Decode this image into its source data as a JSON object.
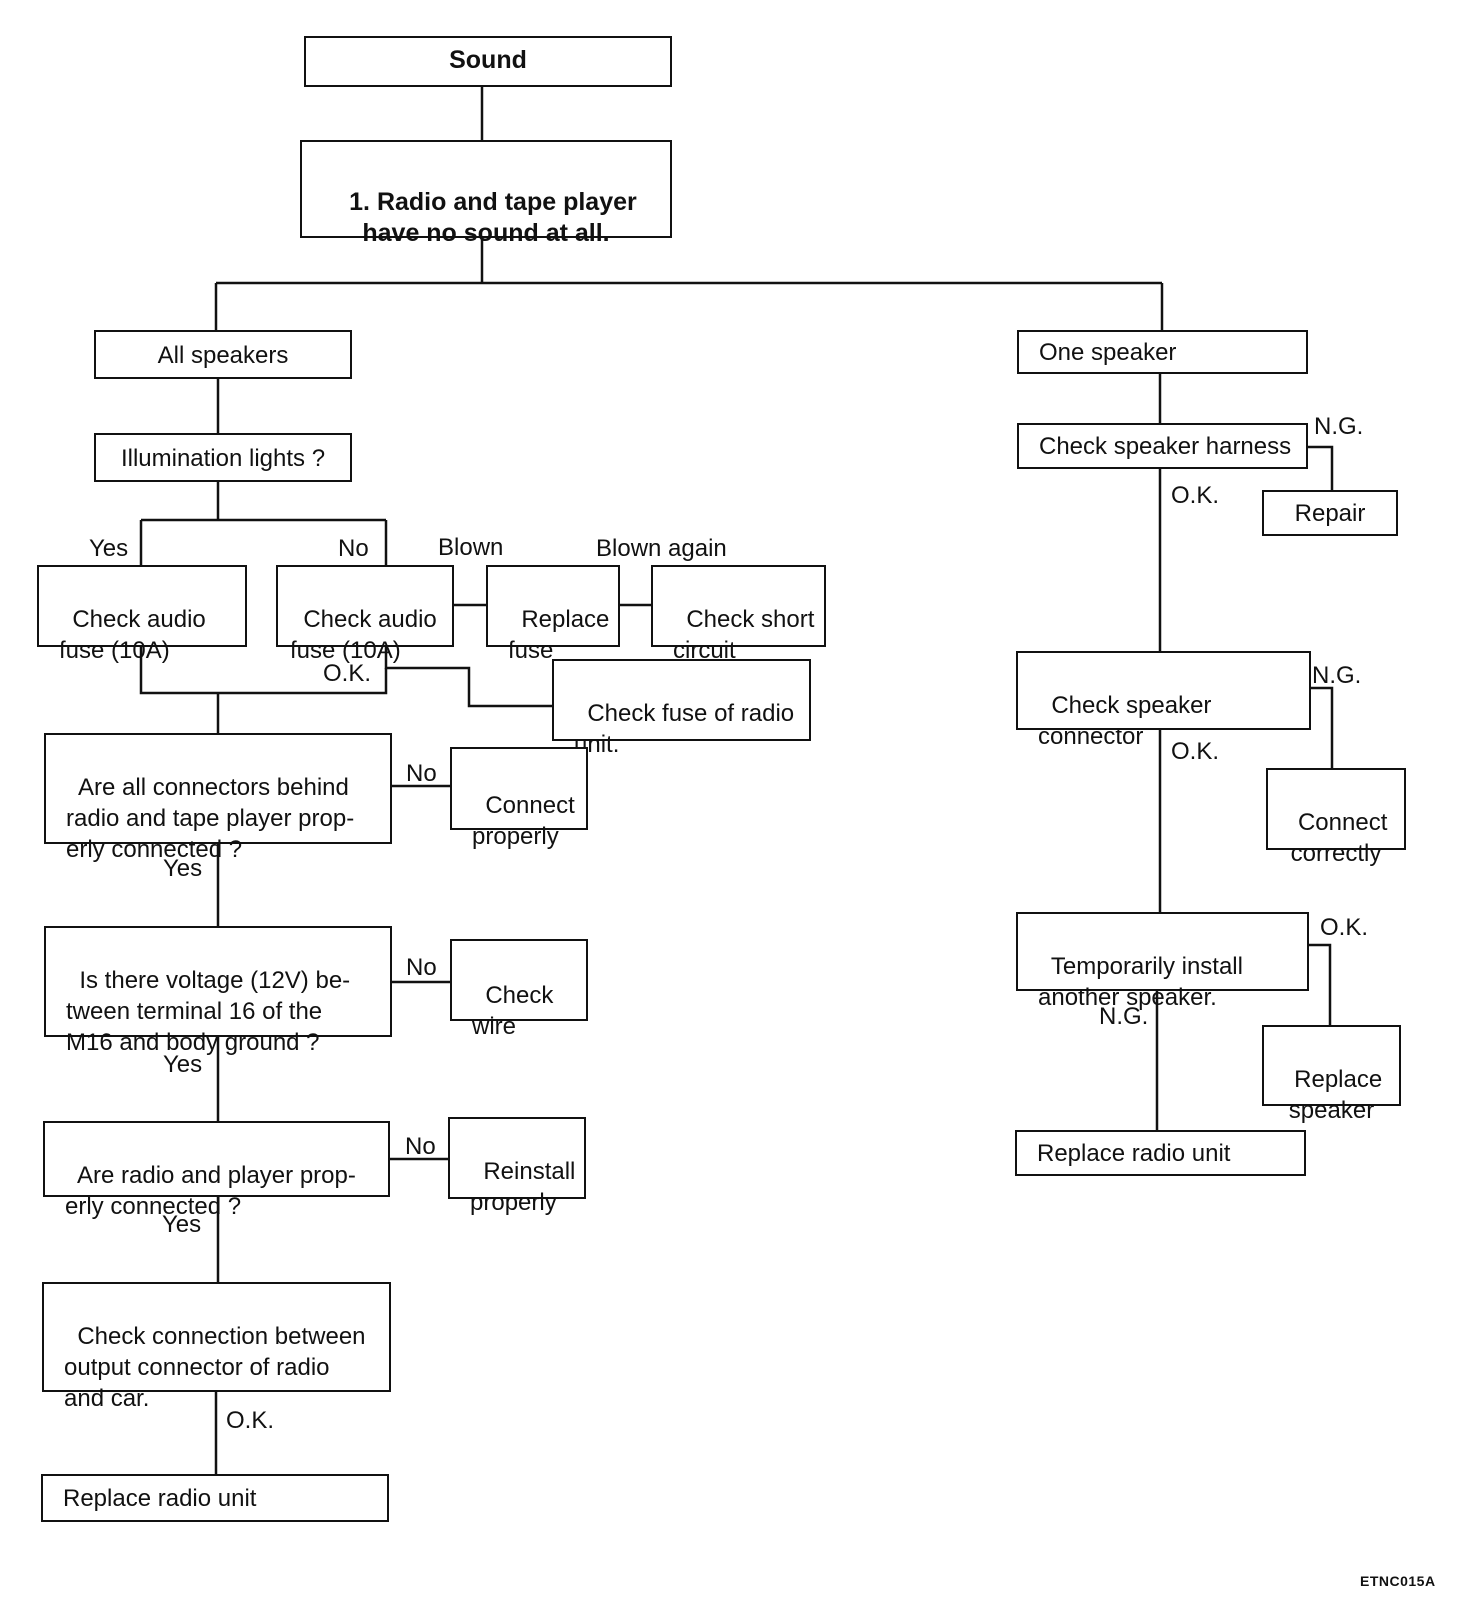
{
  "title": "Sound",
  "figure_code": "ETNC015A",
  "boxes": {
    "symptom": "1. Radio and tape player\nhave no sound at all.",
    "all_speakers": "All speakers",
    "one_speaker": "One speaker",
    "illumination": "Illumination lights ?",
    "check_fuse_yes": "Check audio\nfuse (10A)",
    "check_fuse_no": "Check audio\nfuse (10A)",
    "replace_fuse": "Replace\nfuse",
    "check_short": "Check short\ncircuit",
    "check_radio_fuse": "Check fuse of radio\nunit.",
    "connectors_q": "Are all connectors behind\nradio and tape player prop-\nerly connected ?",
    "connect_properly": "Connect\nproperly",
    "voltage_q": "Is there voltage (12V) be-\ntween terminal 16 of the\nM16 and body ground ?",
    "check_wire": "Check\nwire",
    "radio_player_q": "Are radio and player prop-\nerly connected ?",
    "reinstall": "Reinstall\nproperly",
    "check_connection": "Check connection between\noutput connector of radio\nand car.",
    "replace_radio_left": "Replace radio unit",
    "speaker_harness": "Check speaker harness",
    "repair": "Repair",
    "speaker_connector": "Check speaker\nconnector",
    "connect_correctly": "Connect\ncorrectly",
    "temp_install": "Temporarily install\nanother speaker.",
    "replace_speaker": "Replace\nspeaker",
    "replace_radio_right": "Replace radio unit"
  },
  "labels": {
    "yes_illum": "Yes",
    "no_illum": "No",
    "blown": "Blown",
    "blown_again": "Blown again",
    "ok_fuse": "O.K.",
    "no_connectors": "No",
    "yes_connectors": "Yes",
    "no_voltage": "No",
    "yes_voltage": "Yes",
    "no_radio": "No",
    "yes_radio": "Yes",
    "ok_connection": "O.K.",
    "ng_harness": "N.G.",
    "ok_harness": "O.K.",
    "ng_connector": "N.G.",
    "ok_connector": "O.K.",
    "ok_temp": "O.K.",
    "ng_temp": "N.G."
  }
}
